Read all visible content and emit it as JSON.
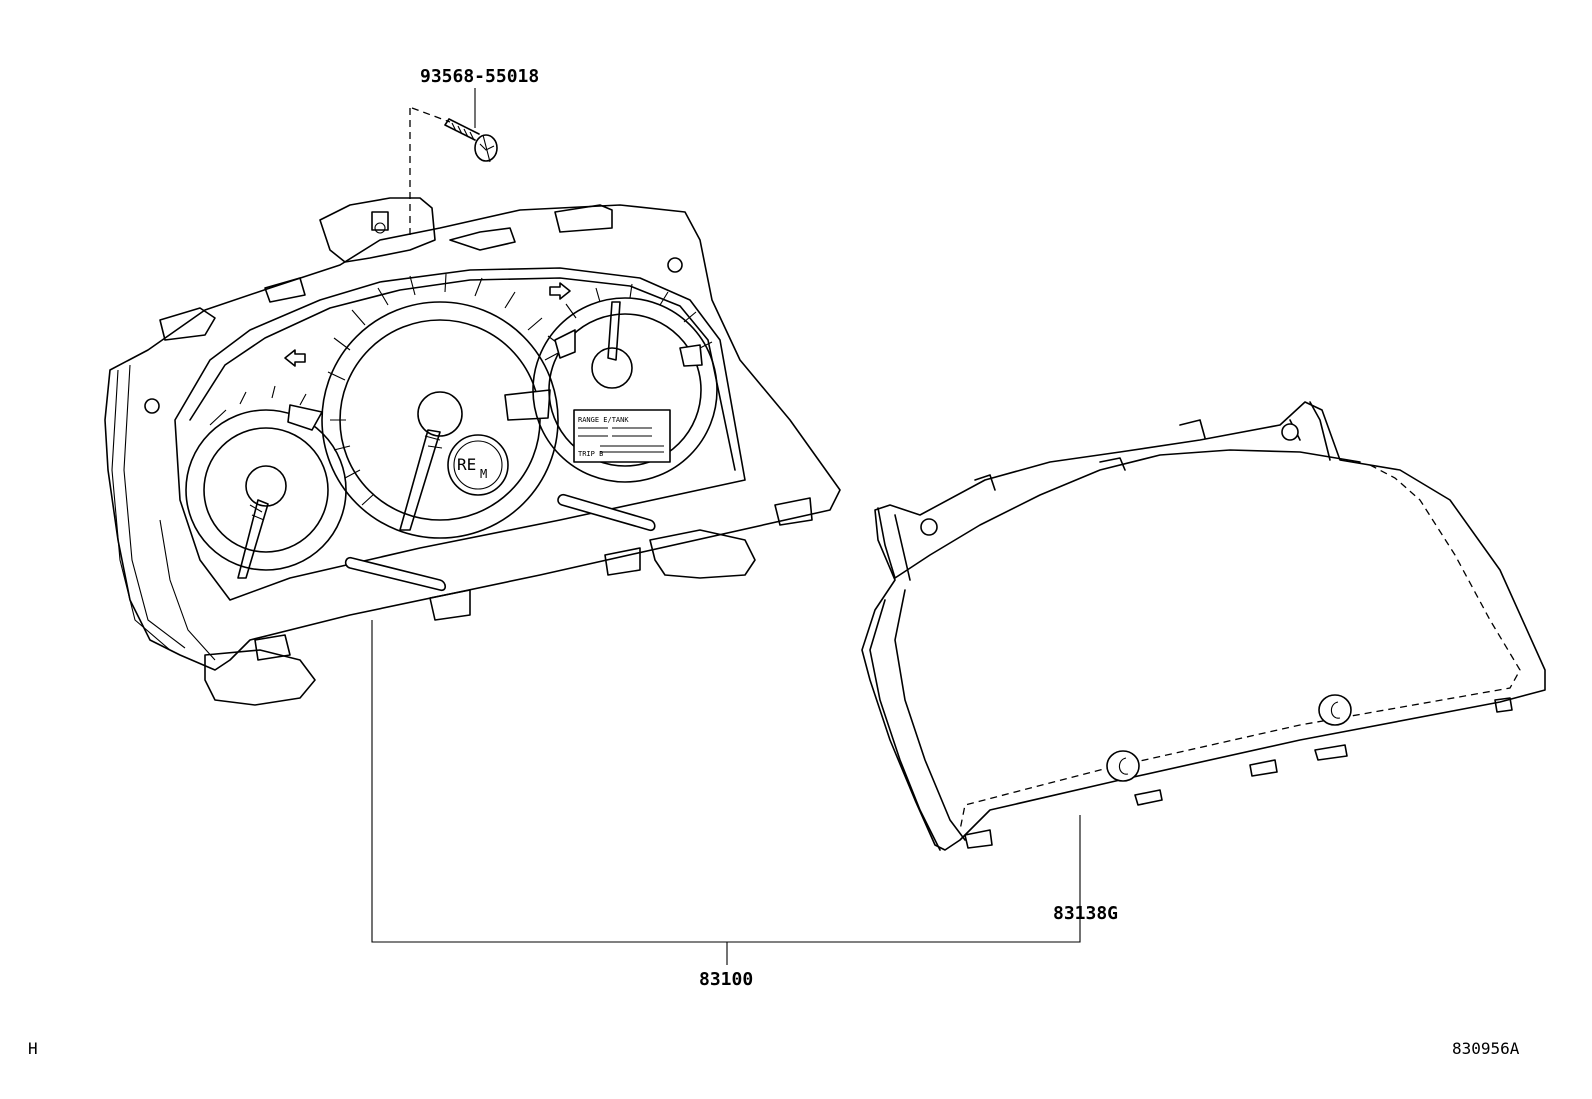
{
  "parts": {
    "screw": "93568-55018",
    "assembly": "83100",
    "glass": "83138G"
  },
  "corner_left": "H",
  "diagram_number": "830956A",
  "display": {
    "row1": "RANGE  E/TANK",
    "row2": "TRIP B"
  },
  "gauge_badge": {
    "top": "RE",
    "bottom": "M"
  }
}
